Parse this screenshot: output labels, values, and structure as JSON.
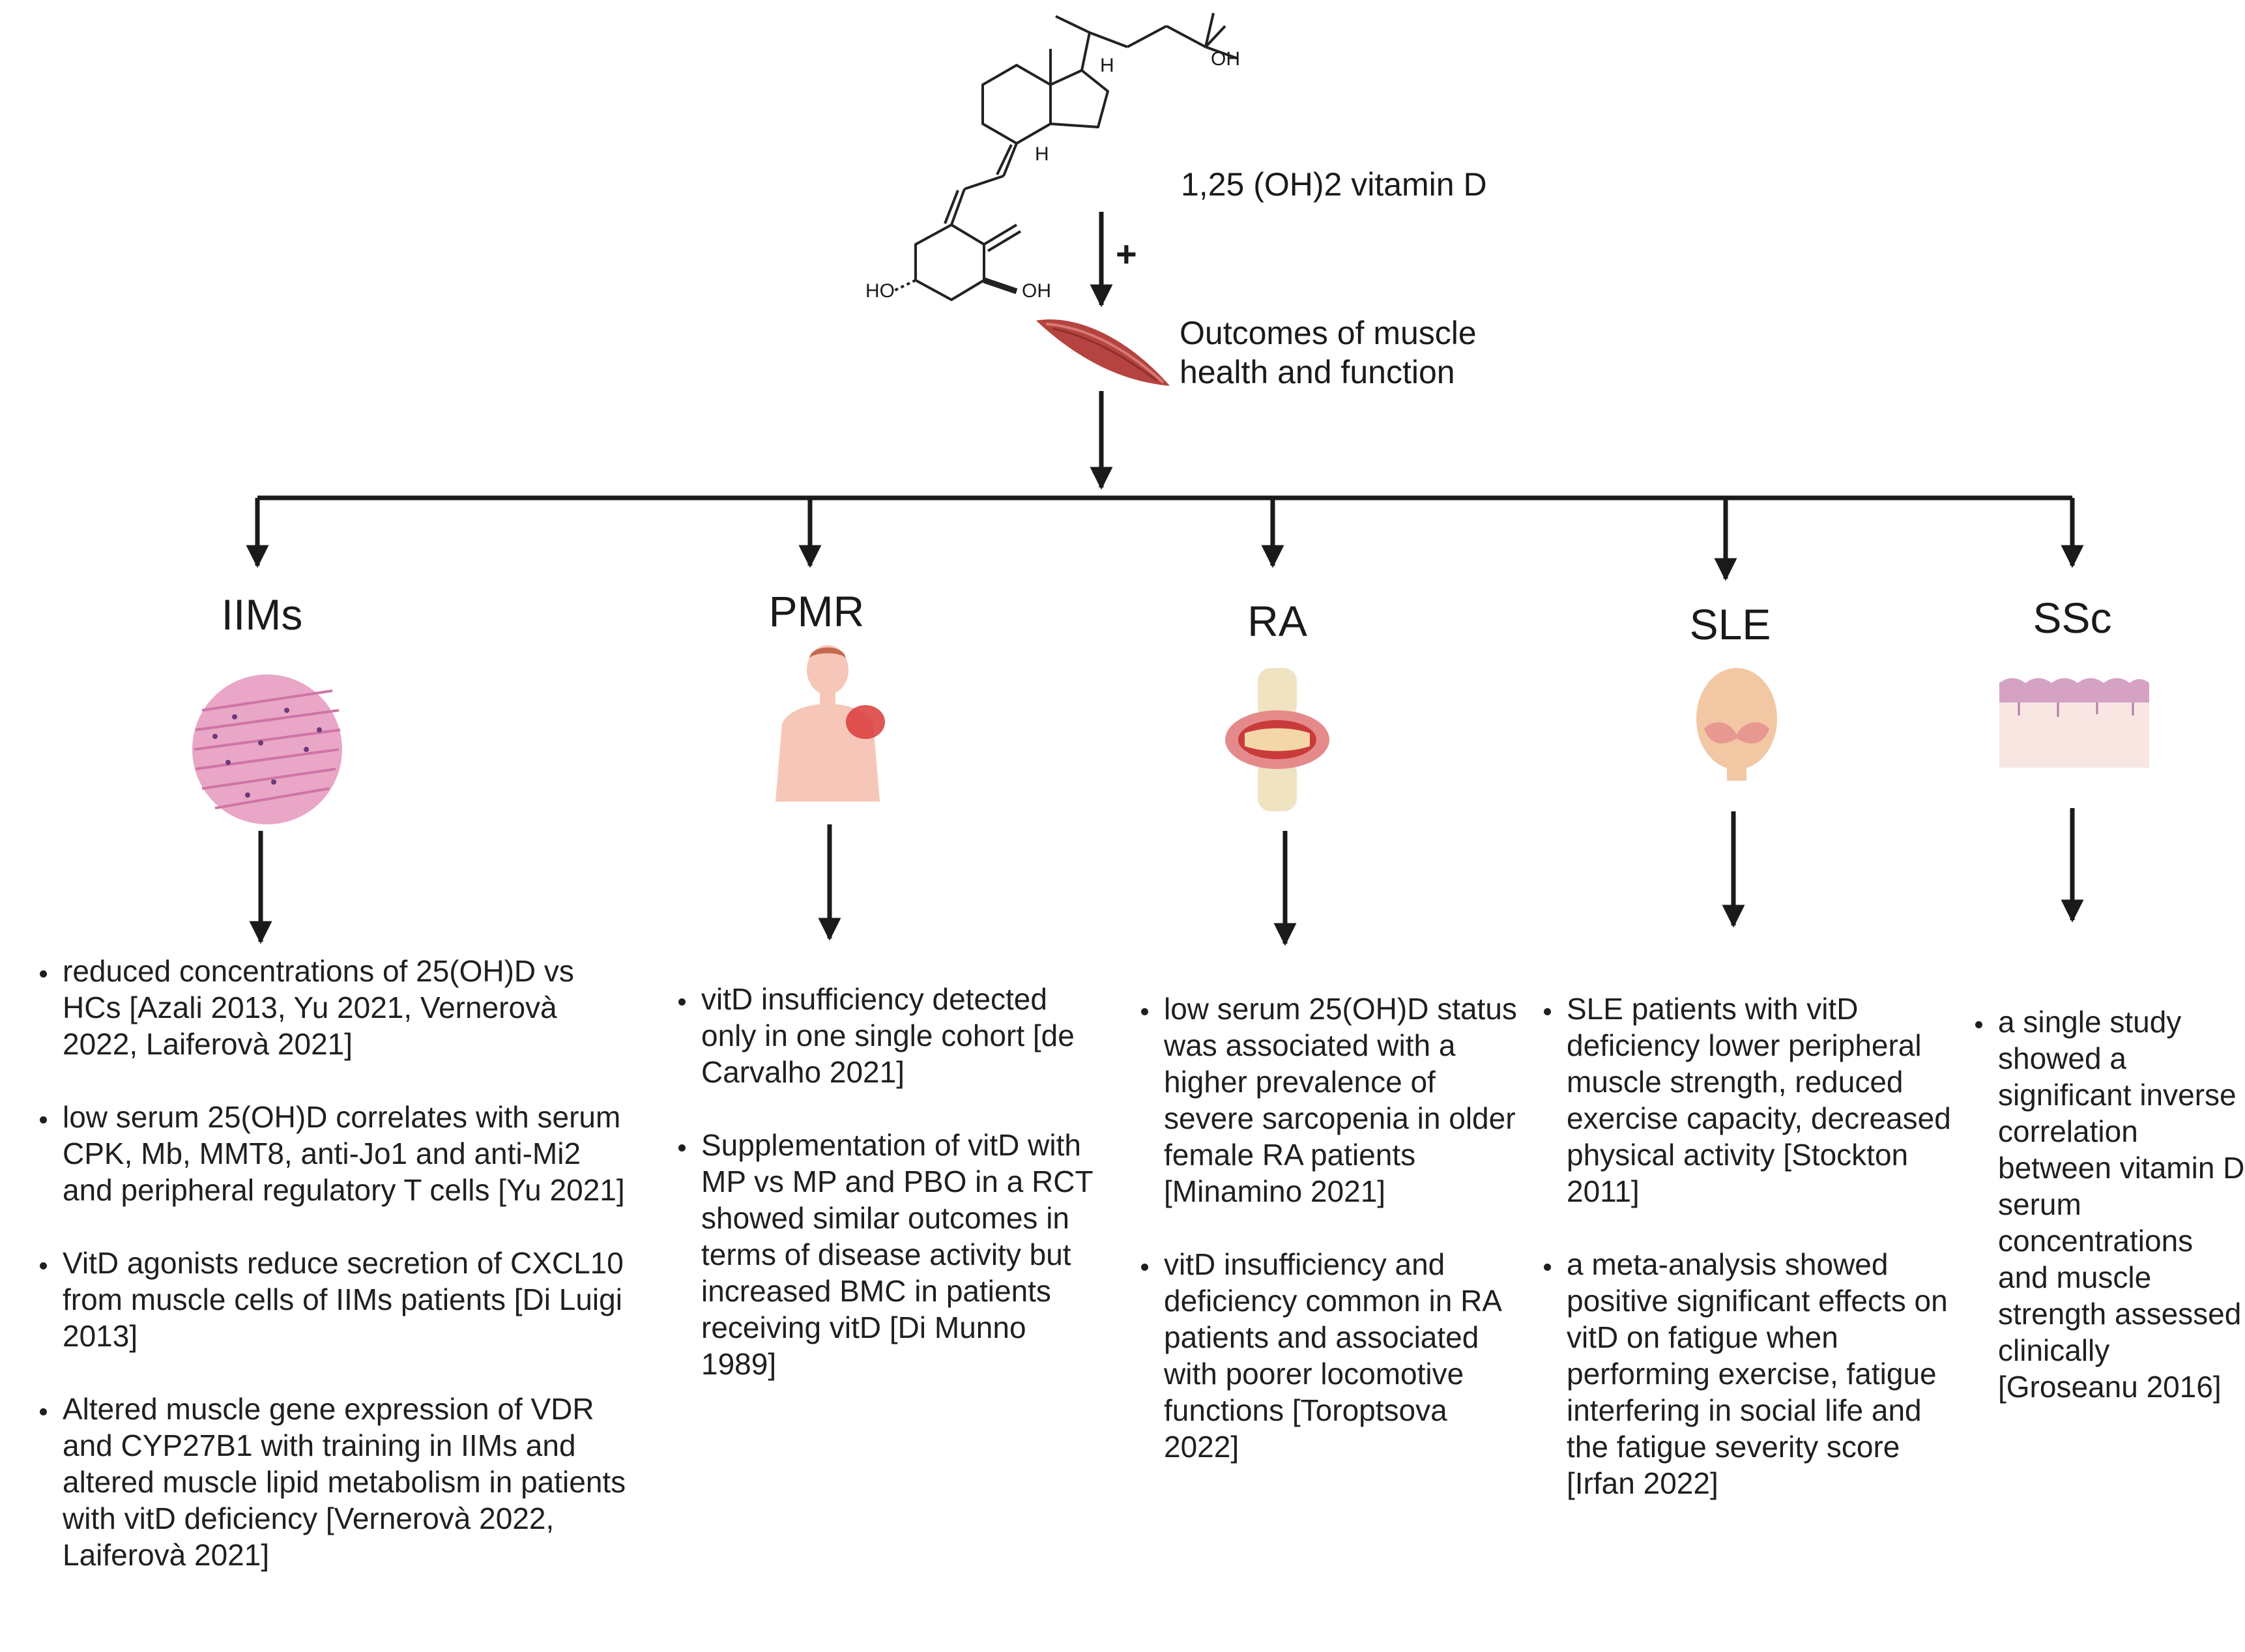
{
  "molecule": {
    "label": "1,25 (OH)2 vitamin D",
    "atoms": {
      "oh_top": "OH",
      "h_top": "H",
      "h_mid": "H",
      "ho_left": "HO",
      "oh_right": "OH"
    }
  },
  "plus": "+",
  "outcome": {
    "line1": "Outcomes of muscle",
    "line2": "health and function"
  },
  "diseases": [
    {
      "name": "IIMs",
      "icon": "muscle-histology-icon",
      "points": [
        "reduced concentrations of 25(OH)D vs HCs [Azali 2013, Yu 2021, Vernerovà 2022, Laiferovà 2021]",
        "low serum 25(OH)D correlates with serum CPK, Mb, MMT8, anti-Jo1 and anti-Mi2 and peripheral regulatory T cells [Yu 2021]",
        "VitD agonists reduce secretion of CXCL10 from muscle cells of IIMs patients [Di Luigi 2013]",
        "Altered muscle gene expression of VDR and CYP27B1 with training in IIMs and altered muscle lipid metabolism in patients with vitD deficiency [Vernerovà 2022, Laiferovà 2021]"
      ]
    },
    {
      "name": "PMR",
      "icon": "shoulder-pain-icon",
      "points": [
        "vitD insufficiency detected only in one single cohort [de Carvalho 2021]",
        "Supplementation of vitD with MP vs MP and PBO in a RCT showed similar outcomes in terms of disease activity but increased BMC in patients receiving vitD [Di Munno 1989]"
      ]
    },
    {
      "name": "RA",
      "icon": "inflamed-joint-icon",
      "points": [
        "low serum 25(OH)D status was associated with a higher prevalence of severe sarcopenia in older female RA patients [Minamino 2021]",
        "vitD insufficiency and deficiency  common in RA patients and associated with poorer locomotive functions [Toroptsova 2022]"
      ]
    },
    {
      "name": "SLE",
      "icon": "butterfly-rash-face-icon",
      "points": [
        "SLE patients with vitD deficiency lower peripheral muscle strength, reduced exercise capacity, decreased physical activity [Stockton 2011]",
        "a meta-analysis showed positive significant effects on vitD on fatigue when performing exercise, fatigue interfering in social life and the fatigue severity score [Irfan 2022]"
      ]
    },
    {
      "name": "SSc",
      "icon": "skin-section-icon",
      "points": [
        "a single study showed a significant inverse correlation between vitamin D serum concentrations and muscle strength assessed clinically [Groseanu 2016]"
      ]
    }
  ]
}
